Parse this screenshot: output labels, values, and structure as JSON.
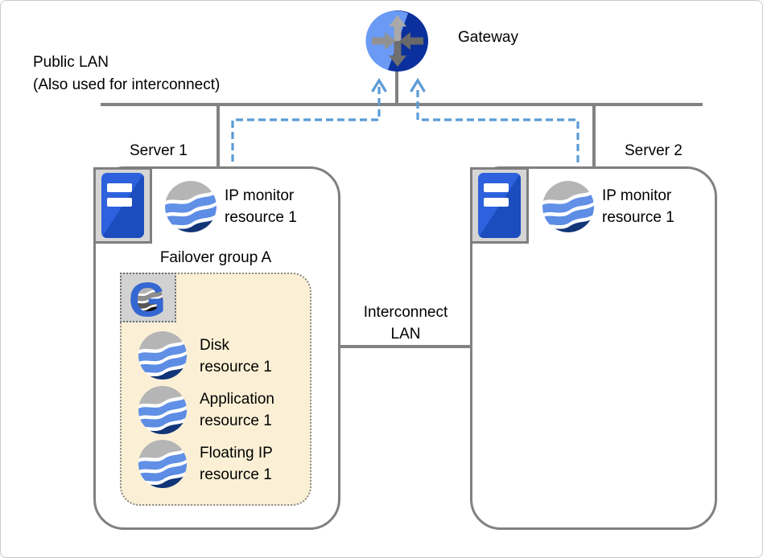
{
  "public_lan": {
    "line1": "Public LAN",
    "line2": "(Also used for interconnect)"
  },
  "gateway": {
    "label": "Gateway",
    "icon": "router-icon"
  },
  "server1": {
    "label": "Server 1",
    "icon": "server-icon",
    "ip_monitor": {
      "line1": "IP monitor",
      "line2": "resource 1",
      "icon": "resource-sphere-icon"
    },
    "failover_group": {
      "label": "Failover group A",
      "icon": "group-g-icon",
      "resources": [
        {
          "line1": "Disk",
          "line2": "resource 1",
          "icon": "resource-sphere-icon"
        },
        {
          "line1": "Application",
          "line2": "resource 1",
          "icon": "resource-sphere-icon"
        },
        {
          "line1": "Floating IP",
          "line2": "resource 1",
          "icon": "resource-sphere-icon"
        }
      ]
    }
  },
  "server2": {
    "label": "Server 2",
    "icon": "server-icon",
    "ip_monitor": {
      "line1": "IP monitor",
      "line2": "resource 1",
      "icon": "resource-sphere-icon"
    }
  },
  "interconnect": {
    "line1": "Interconnect",
    "line2": "LAN"
  },
  "colors": {
    "line_gray": "#828282",
    "dashed_blue": "#5b9bd5",
    "group_fill": "#fbf0d5",
    "resource_navy": "#113577",
    "resource_blue": "#5f8ee6",
    "resource_gray": "#b5b5b5",
    "server_blue": "#1c4dbe",
    "gateway_dark": "#0b2f9c",
    "gateway_light": "#6a9af4"
  }
}
